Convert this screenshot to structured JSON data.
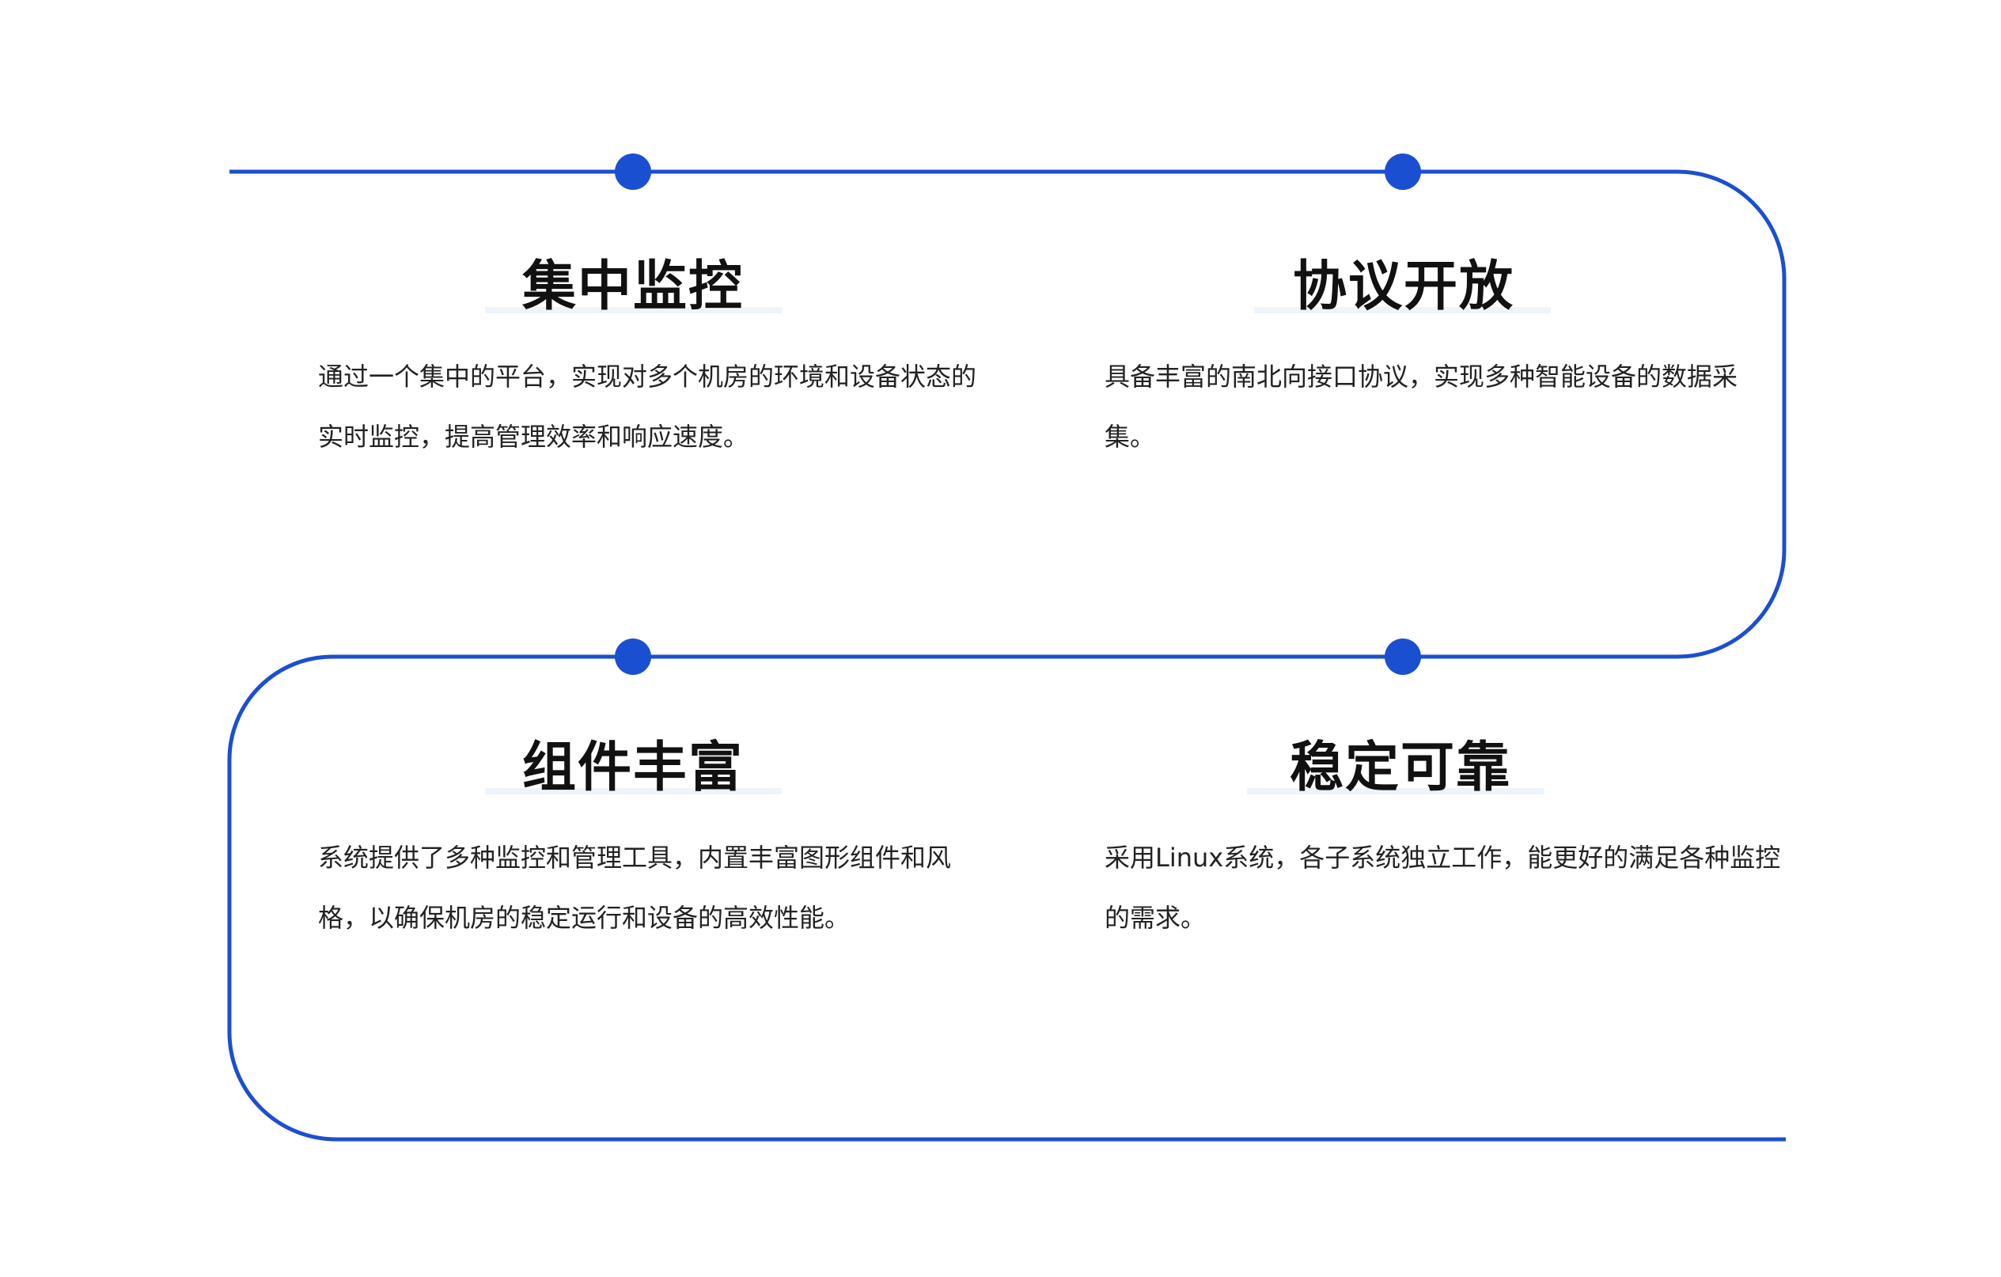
{
  "colors": {
    "accent": "#1b4fd1",
    "title": "#111111",
    "text": "#222222",
    "underline": "#eef4fb"
  },
  "features": [
    {
      "title": "集中监控",
      "desc": "通过一个集中的平台，实现对多个机房的环境和设备状态的实时监控，提高管理效率和响应速度。"
    },
    {
      "title": "协议开放",
      "desc": "具备丰富的南北向接口协议，实现多种智能设备的数据采集。"
    },
    {
      "title": "组件丰富",
      "desc": "系统提供了多种监控和管理工具，内置丰富图形组件和风格，以确保机房的稳定运行和设备的高效性能。"
    },
    {
      "title": "稳定可靠",
      "desc": "采用Linux系统，各子系统独立工作，能更好的满足各种监控的需求。"
    }
  ]
}
